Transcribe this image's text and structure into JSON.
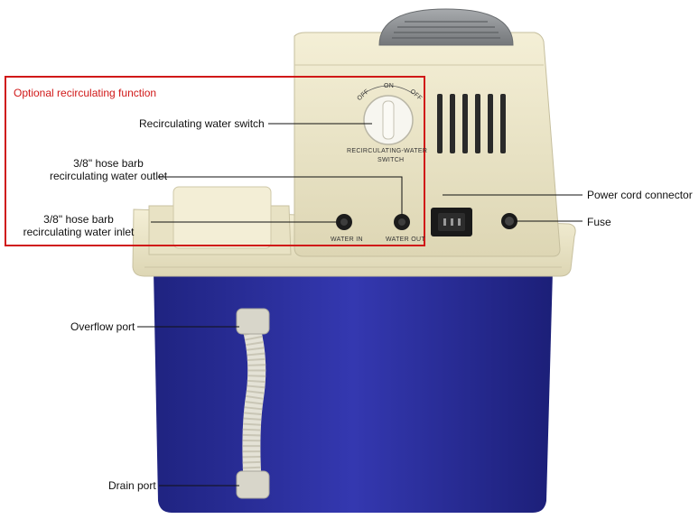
{
  "callout": {
    "title": "Optional recirculating function",
    "border_color": "#d01818"
  },
  "labels": {
    "switch": "Recirculating water switch",
    "outlet_line1": "3/8\" hose barb",
    "outlet_line2": "recirculating water outlet",
    "inlet_line1": "3/8\" hose barb",
    "inlet_line2": "recirculating water inlet",
    "power": "Power cord connector",
    "fuse": "Fuse",
    "overflow": "Overflow port",
    "drain": "Drain port"
  },
  "panel": {
    "knob_off_left": "OFF",
    "knob_on": "ON",
    "knob_off_right": "OFF",
    "switch_line1": "RECIRCULATING-WATER",
    "switch_line2": "SWITCH",
    "water_in": "WATER IN",
    "water_out": "WATER OUT"
  },
  "colors": {
    "body_blue": "#2b2f9e",
    "cream": "#ece6c8",
    "fan_gray": "#8a8d90"
  }
}
